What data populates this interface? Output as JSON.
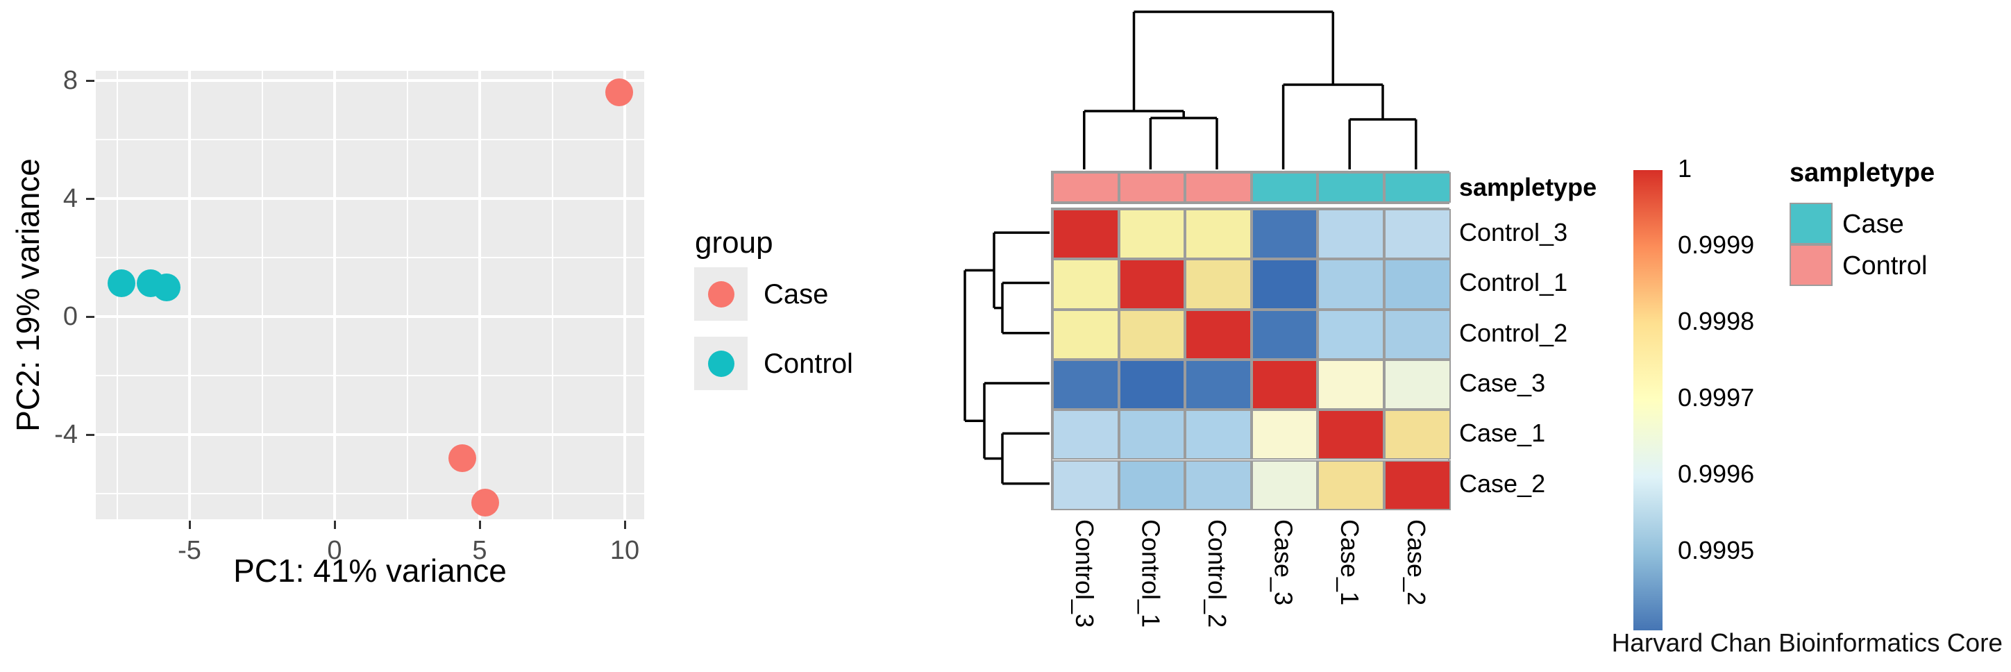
{
  "pca_plot": {
    "x_axis": {
      "label": "PC1: 41% variance",
      "ticks": [
        "-5",
        "0",
        "5",
        "10"
      ],
      "tick_values": [
        -5,
        0,
        5,
        10
      ]
    },
    "y_axis": {
      "label": "PC2: 19% variance",
      "ticks": [
        "8",
        "4",
        "0",
        "-4"
      ],
      "tick_values": [
        8,
        4,
        0,
        -4
      ]
    },
    "legend": {
      "title": "group",
      "items": [
        {
          "label": "Case",
          "color": "#F8766D"
        },
        {
          "label": "Control",
          "color": "#14BEC3"
        }
      ]
    },
    "points": {
      "Case": [
        [
          9.8,
          7.6
        ],
        [
          4.4,
          -4.8
        ],
        [
          5.2,
          -6.3
        ]
      ],
      "Control": [
        [
          -7.35,
          1.13
        ],
        [
          -6.35,
          1.13
        ],
        [
          -5.8,
          1.0
        ]
      ]
    },
    "colors": {
      "Case": "#F8766D",
      "Control": "#14BEC3",
      "panel_bg": "#EBEBEB",
      "grid": "#FFFFFF",
      "tick_text": "#4D4D4D"
    }
  },
  "heatmap": {
    "samples": [
      "Control_3",
      "Control_1",
      "Control_2",
      "Case_3",
      "Case_1",
      "Case_2"
    ],
    "annotation": {
      "label": "sampletype",
      "values": [
        "Control",
        "Control",
        "Control",
        "Case",
        "Case",
        "Case"
      ],
      "colors": {
        "Case": "#4AC2C8",
        "Control": "#F4918E"
      }
    },
    "matrix_colors": [
      [
        "#D7302C",
        "#F6F0A6",
        "#F6EFA4",
        "#4778B7",
        "#B7D6EB",
        "#BDD9EC"
      ],
      [
        "#F6F0A6",
        "#D7302C",
        "#F2E195",
        "#3B6EB4",
        "#A8CEE7",
        "#9CC7E3"
      ],
      [
        "#F6EFA4",
        "#F2E195",
        "#D7302C",
        "#4678B7",
        "#ACD1E9",
        "#A7CDE6"
      ],
      [
        "#4778B7",
        "#3B6EB4",
        "#4678B7",
        "#D7302C",
        "#F9F7D1",
        "#ECF3DD"
      ],
      [
        "#B7D6EB",
        "#A8CEE7",
        "#ACD1E9",
        "#F9F7D1",
        "#D7302C",
        "#F3DF95"
      ],
      [
        "#BDD9EC",
        "#9CC7E3",
        "#A7CDE6",
        "#ECF3DD",
        "#F3DF95",
        "#D7302C"
      ]
    ],
    "colorbar": {
      "ticks": [
        "1",
        "0.9999",
        "0.9998",
        "0.9997",
        "0.9996",
        "0.9995"
      ],
      "gradient_top_to_bottom": [
        "#D73027",
        "#FC8D59",
        "#FEE090",
        "#FFFFBF",
        "#E0F3F8",
        "#91BFDB",
        "#4575B4"
      ]
    },
    "legend": {
      "title": "sampletype",
      "items": [
        {
          "label": "Case",
          "color": "#4AC2C8"
        },
        {
          "label": "Control",
          "color": "#F4918E"
        }
      ]
    },
    "credit": "Harvard Chan Bioinformatics Core"
  },
  "chart_data": [
    {
      "type": "scatter",
      "title": "PCA plot",
      "xlabel": "PC1: 41% variance",
      "ylabel": "PC2: 19% variance",
      "xlim": [
        -8.2,
        10.6
      ],
      "ylim": [
        -6.9,
        8.3
      ],
      "x_ticks": [
        -5,
        0,
        5,
        10
      ],
      "y_ticks": [
        -4,
        0,
        4,
        8
      ],
      "grid": true,
      "legend_title": "group",
      "legend_position": "right",
      "series": [
        {
          "name": "Case",
          "color": "#F8766D",
          "points": [
            [
              9.8,
              7.6
            ],
            [
              4.4,
              -4.8
            ],
            [
              5.2,
              -6.3
            ]
          ]
        },
        {
          "name": "Control",
          "color": "#14BEC3",
          "points": [
            [
              -7.35,
              1.13
            ],
            [
              -6.35,
              1.13
            ],
            [
              -5.8,
              1.0
            ]
          ]
        }
      ]
    },
    {
      "type": "heatmap",
      "title": "Sample correlation heatmap",
      "rows": [
        "Control_3",
        "Control_1",
        "Control_2",
        "Case_3",
        "Case_1",
        "Case_2"
      ],
      "columns": [
        "Control_3",
        "Control_1",
        "Control_2",
        "Case_3",
        "Case_1",
        "Case_2"
      ],
      "values": [
        [
          1.0,
          0.99976,
          0.99976,
          0.99944,
          0.99953,
          0.99954
        ],
        [
          0.99976,
          1.0,
          0.99979,
          0.99942,
          0.99951,
          0.9995
        ],
        [
          0.99976,
          0.99979,
          1.0,
          0.99944,
          0.99952,
          0.99951
        ],
        [
          0.99944,
          0.99942,
          0.99944,
          1.0,
          0.9997,
          0.99966
        ],
        [
          0.99953,
          0.99951,
          0.99952,
          0.9997,
          1.0,
          0.99978
        ],
        [
          0.99954,
          0.9995,
          0.99951,
          0.99966,
          0.99978,
          1.0
        ]
      ],
      "value_range": [
        0.9994,
        1.0
      ],
      "colorbar_ticks": [
        1,
        0.9999,
        0.9998,
        0.9997,
        0.9996,
        0.9995
      ],
      "row_annotation": {
        "name": "sampletype",
        "values": [
          "Control",
          "Control",
          "Control",
          "Case",
          "Case",
          "Case"
        ]
      },
      "column_clustering": "((Control_3,(Control_1,Control_2)),(Case_3,(Case_1,Case_2)))",
      "row_clustering": "((Control_3,(Control_1,Control_2)),(Case_3,(Case_1,Case_2)))"
    }
  ]
}
